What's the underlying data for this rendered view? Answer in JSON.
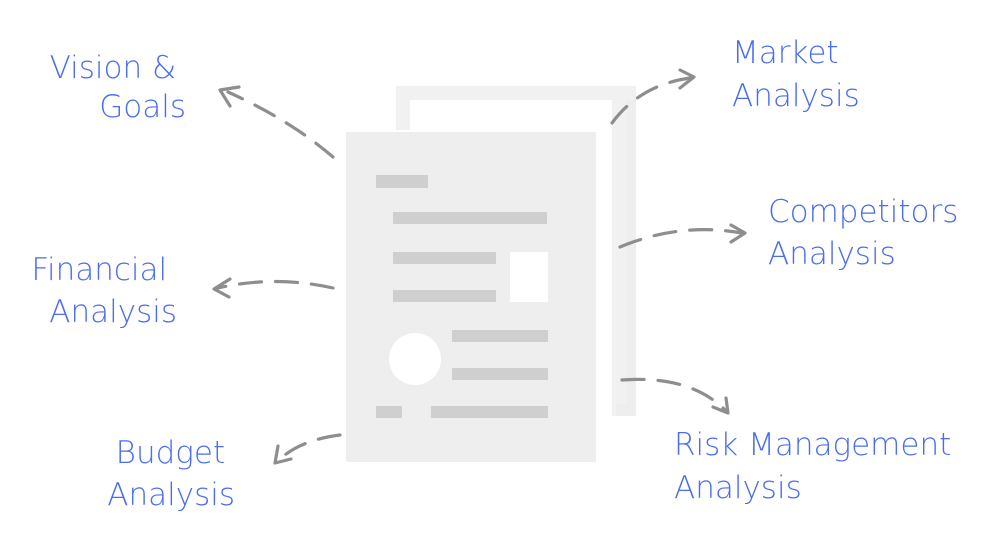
{
  "labels": {
    "vision": [
      "Vision &",
      "Goals"
    ],
    "financial": [
      "Financial",
      "Analysis"
    ],
    "budget": [
      "Budget",
      "Analysis"
    ],
    "market": [
      "Market",
      "Analysis"
    ],
    "competitors": [
      "Competitors",
      "Analysis"
    ],
    "risk": [
      "Risk Management",
      "Analysis"
    ]
  },
  "colors": {
    "label": "#4a6cf2",
    "arrow": "#8e8e8e",
    "page_back": "#f1f1f1",
    "page_front": "#eeeeee",
    "placeholder": "#cfcfcf",
    "card_white": "#ffffff"
  },
  "icons": {
    "document": "document-stack-icon"
  }
}
